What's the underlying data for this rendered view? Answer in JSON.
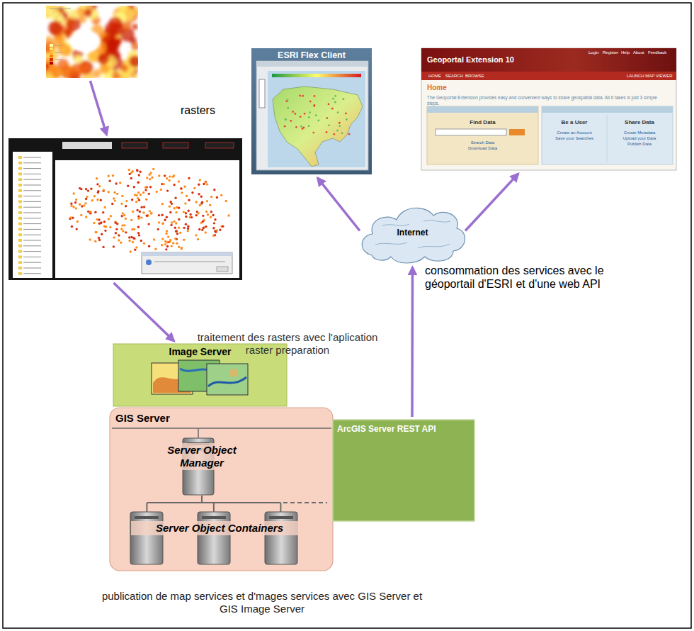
{
  "diagram": {
    "nodes": [
      {
        "text": [
          "rasters"
        ]
      },
      {
        "text": [
          "traitement des rasters avec l'aplication raster preparation"
        ]
      },
      {
        "text": [
          "ESRI Flex Client"
        ]
      },
      {
        "text": [
          "Geoportal Extension 10",
          "Login",
          "Register",
          "Help",
          "About",
          "Feedback",
          "HOME",
          "SEARCH",
          "BROWSE",
          "LAUNCH MAP VIEWER",
          "Home",
          "The Geoportal Extension provides easy and convenient ways to share geospatial data. All it takes is just 3 simple steps.",
          "Find Data",
          "Search Data",
          "Download Data",
          "Be a User",
          "Create an Account",
          "Save your Searches",
          "Share Data",
          "Create Metadata",
          "Upload your Data",
          "Publish Data"
        ]
      },
      {
        "text": [
          "Internet"
        ]
      },
      {
        "text": [
          "Image Server"
        ]
      },
      {
        "text": [
          "GIS Server"
        ]
      },
      {
        "text": [
          "Server Object Manager"
        ],
        "in": 6
      },
      {
        "text": [
          "Server Object Containers"
        ],
        "in": 6
      },
      {
        "text": [
          "ArcGIS Server REST API"
        ]
      }
    ],
    "edges": [
      {
        "from": 0,
        "to": 1,
        "arrow": "to"
      },
      {
        "from": 1,
        "to": 5,
        "arrow": "to"
      },
      {
        "from": 9,
        "to": 4,
        "arrow": "to"
      },
      {
        "from": 4,
        "to": 2,
        "arrow": "to"
      },
      {
        "from": 4,
        "to": 3,
        "arrow": "to"
      },
      {
        "from": 7,
        "to": 8,
        "arrow": "none"
      }
    ],
    "labels": [
      "consommation des services avec le géoportail d'ESRI et d'une web API",
      "publication de map services et d'mages services avec GIS Server et GIS Image Server"
    ]
  }
}
